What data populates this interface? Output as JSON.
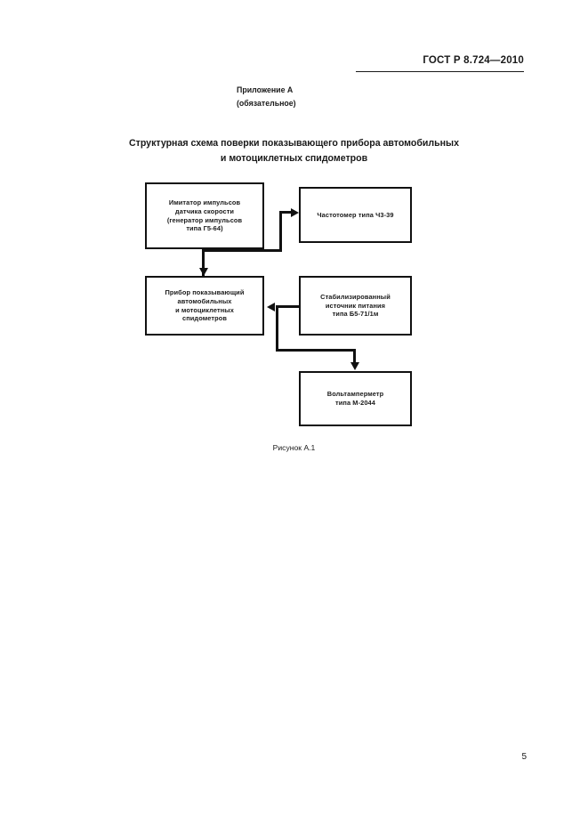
{
  "document": {
    "standard_header": "ГОСТ Р 8.724—2010",
    "page_number": "5",
    "appendix_label": "Приложение А",
    "appendix_status": "(обязательное)",
    "figure_title_line1": "Структурная схема поверки показывающего прибора автомобильных",
    "figure_title_line2": "и мотоциклетных спидометров",
    "figure_caption": "Рисунок А.1"
  },
  "diagram": {
    "nodes": [
      {
        "id": "impulse-simulator",
        "lines": [
          "Имитатор импульсов",
          "датчика скорости",
          "(генератор импульсов",
          "типа Г5-64)"
        ]
      },
      {
        "id": "frequency-meter",
        "lines": [
          "Частотомер типа Ч3-39"
        ]
      },
      {
        "id": "speedometer-device",
        "lines": [
          "Прибор показывающий",
          "автомобильных",
          "и мотоциклетных",
          "спидометров"
        ]
      },
      {
        "id": "power-supply",
        "lines": [
          "Стабилизированный",
          "источник питания",
          "типа Б5-71/1м"
        ]
      },
      {
        "id": "voltammeter",
        "lines": [
          "Вольтамперметр",
          "типа М-2044"
        ]
      }
    ],
    "line_color": "#111111"
  }
}
